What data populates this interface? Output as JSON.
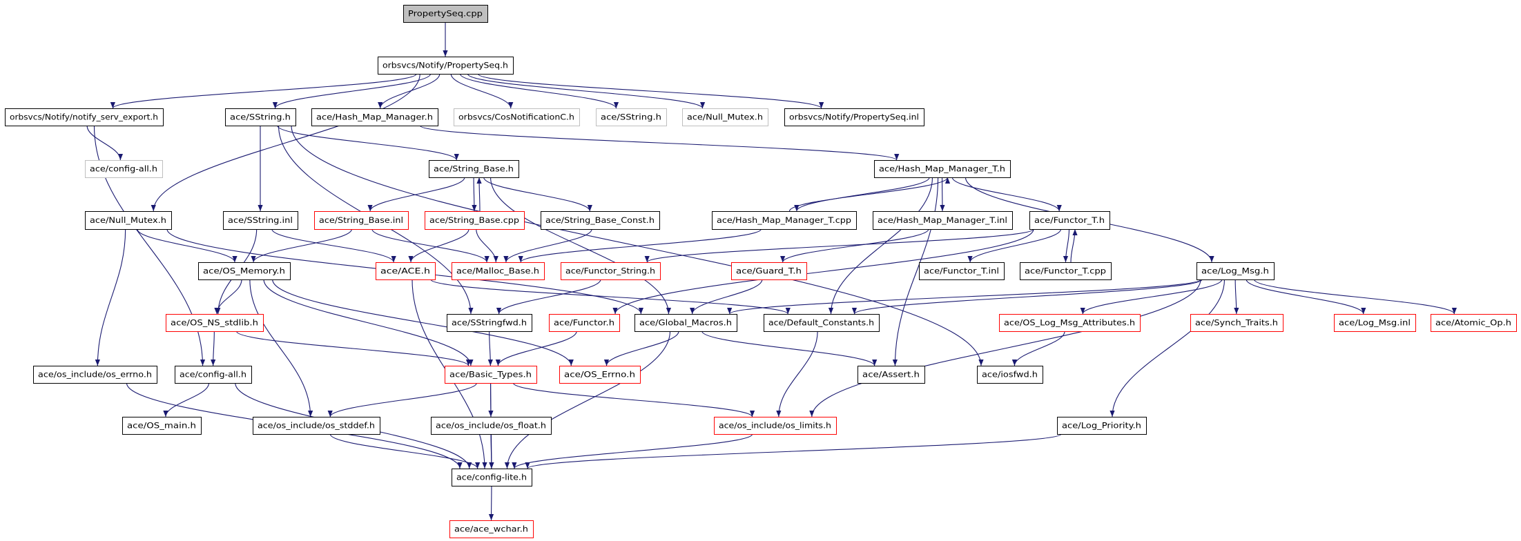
{
  "colors": {
    "edge": "#191970",
    "normal_border": "#000000",
    "red_border": "#ff0000",
    "gray_border": "#bfbfbf",
    "root_fill": "#bfbfbf",
    "node_fill": "#ffffff"
  },
  "nodes": [
    {
      "id": "root",
      "label": "PropertySeq.cpp",
      "style": "root"
    },
    {
      "id": "pseq_h",
      "label": "orbsvcs/Notify/PropertySeq.h",
      "style": "normal"
    },
    {
      "id": "notify_export",
      "label": "orbsvcs/Notify/notify_serv_export.h",
      "style": "normal"
    },
    {
      "id": "sstring_h",
      "label": "ace/SString.h",
      "style": "normal"
    },
    {
      "id": "hmm_h",
      "label": "ace/Hash_Map_Manager.h",
      "style": "normal"
    },
    {
      "id": "cosnotif",
      "label": "orbsvcs/CosNotificationC.h",
      "style": "gray"
    },
    {
      "id": "sstring_h2",
      "label": "ace/SString.h",
      "style": "gray"
    },
    {
      "id": "nullmutex_g",
      "label": "ace/Null_Mutex.h",
      "style": "gray"
    },
    {
      "id": "pseq_inl",
      "label": "orbsvcs/Notify/PropertySeq.inl",
      "style": "normal"
    },
    {
      "id": "configall_g",
      "label": "ace/config-all.h",
      "style": "gray"
    },
    {
      "id": "stringbase_h",
      "label": "ace/String_Base.h",
      "style": "normal"
    },
    {
      "id": "hmmt_h",
      "label": "ace/Hash_Map_Manager_T.h",
      "style": "normal"
    },
    {
      "id": "nullmutex",
      "label": "ace/Null_Mutex.h",
      "style": "normal"
    },
    {
      "id": "sstring_inl",
      "label": "ace/SString.inl",
      "style": "normal"
    },
    {
      "id": "stringbase_inl",
      "label": "ace/String_Base.inl",
      "style": "red"
    },
    {
      "id": "stringbase_cpp",
      "label": "ace/String_Base.cpp",
      "style": "red"
    },
    {
      "id": "stringbase_const",
      "label": "ace/String_Base_Const.h",
      "style": "normal"
    },
    {
      "id": "hmmt_cpp",
      "label": "ace/Hash_Map_Manager_T.cpp",
      "style": "normal"
    },
    {
      "id": "hmmt_inl",
      "label": "ace/Hash_Map_Manager_T.inl",
      "style": "normal"
    },
    {
      "id": "functort_h",
      "label": "ace/Functor_T.h",
      "style": "normal"
    },
    {
      "id": "osmemory",
      "label": "ace/OS_Memory.h",
      "style": "normal"
    },
    {
      "id": "ace_h",
      "label": "ace/ACE.h",
      "style": "red"
    },
    {
      "id": "mallocbase",
      "label": "ace/Malloc_Base.h",
      "style": "red"
    },
    {
      "id": "functorstring",
      "label": "ace/Functor_String.h",
      "style": "red"
    },
    {
      "id": "guardt",
      "label": "ace/Guard_T.h",
      "style": "red"
    },
    {
      "id": "functort_inl",
      "label": "ace/Functor_T.inl",
      "style": "normal"
    },
    {
      "id": "functort_cpp",
      "label": "ace/Functor_T.cpp",
      "style": "normal"
    },
    {
      "id": "logmsg_h",
      "label": "ace/Log_Msg.h",
      "style": "normal"
    },
    {
      "id": "osnsstdlib",
      "label": "ace/OS_NS_stdlib.h",
      "style": "red"
    },
    {
      "id": "sstringfwd",
      "label": "ace/SStringfwd.h",
      "style": "normal"
    },
    {
      "id": "functor_h",
      "label": "ace/Functor.h",
      "style": "red"
    },
    {
      "id": "globalmacros",
      "label": "ace/Global_Macros.h",
      "style": "normal"
    },
    {
      "id": "defaultconst",
      "label": "ace/Default_Constants.h",
      "style": "normal"
    },
    {
      "id": "oslogmsgattr",
      "label": "ace/OS_Log_Msg_Attributes.h",
      "style": "red"
    },
    {
      "id": "synchtraits",
      "label": "ace/Synch_Traits.h",
      "style": "red"
    },
    {
      "id": "logmsg_inl",
      "label": "ace/Log_Msg.inl",
      "style": "red"
    },
    {
      "id": "atomicop",
      "label": "ace/Atomic_Op.h",
      "style": "red"
    },
    {
      "id": "oserrno_inc",
      "label": "ace/os_include/os_errno.h",
      "style": "normal"
    },
    {
      "id": "configall",
      "label": "ace/config-all.h",
      "style": "normal"
    },
    {
      "id": "basictypes",
      "label": "ace/Basic_Types.h",
      "style": "red"
    },
    {
      "id": "oserrno",
      "label": "ace/OS_Errno.h",
      "style": "red"
    },
    {
      "id": "assert_h",
      "label": "ace/Assert.h",
      "style": "normal"
    },
    {
      "id": "iosfwd",
      "label": "ace/iosfwd.h",
      "style": "normal"
    },
    {
      "id": "osmain",
      "label": "ace/OS_main.h",
      "style": "normal"
    },
    {
      "id": "osstddef",
      "label": "ace/os_include/os_stddef.h",
      "style": "normal"
    },
    {
      "id": "osfloat",
      "label": "ace/os_include/os_float.h",
      "style": "normal"
    },
    {
      "id": "oslimits",
      "label": "ace/os_include/os_limits.h",
      "style": "red"
    },
    {
      "id": "logpriority",
      "label": "ace/Log_Priority.h",
      "style": "normal"
    },
    {
      "id": "configlite",
      "label": "ace/config-lite.h",
      "style": "normal"
    },
    {
      "id": "acewchar",
      "label": "ace/ace_wchar.h",
      "style": "red"
    }
  ],
  "edges": [
    [
      "root",
      "pseq_h"
    ],
    [
      "pseq_h",
      "notify_export"
    ],
    [
      "pseq_h",
      "sstring_h"
    ],
    [
      "pseq_h",
      "hmm_h"
    ],
    [
      "pseq_h",
      "cosnotif"
    ],
    [
      "pseq_h",
      "sstring_h2"
    ],
    [
      "pseq_h",
      "nullmutex_g"
    ],
    [
      "pseq_h",
      "pseq_inl"
    ],
    [
      "pseq_h",
      "nullmutex"
    ],
    [
      "notify_export",
      "configall_g"
    ],
    [
      "notify_export",
      "configall"
    ],
    [
      "sstring_h",
      "sstring_inl"
    ],
    [
      "sstring_h",
      "stringbase_h"
    ],
    [
      "sstring_h",
      "sstringfwd"
    ],
    [
      "sstring_h",
      "iosfwd"
    ],
    [
      "hmm_h",
      "hmmt_h"
    ],
    [
      "stringbase_h",
      "stringbase_inl"
    ],
    [
      "stringbase_h",
      "stringbase_cpp"
    ],
    [
      "stringbase_h",
      "stringbase_const"
    ],
    [
      "stringbase_h",
      "globalmacros"
    ],
    [
      "stringbase_cpp",
      "stringbase_h"
    ],
    [
      "stringbase_cpp",
      "ace_h"
    ],
    [
      "stringbase_cpp",
      "mallocbase"
    ],
    [
      "stringbase_inl",
      "mallocbase"
    ],
    [
      "stringbase_inl",
      "osmemory"
    ],
    [
      "stringbase_const",
      "mallocbase"
    ],
    [
      "sstring_inl",
      "ace_h"
    ],
    [
      "sstring_inl",
      "osnsstdlib"
    ],
    [
      "nullmutex",
      "osmemory"
    ],
    [
      "nullmutex",
      "oserrno_inc"
    ],
    [
      "nullmutex",
      "globalmacros"
    ],
    [
      "hmmt_h",
      "hmmt_cpp"
    ],
    [
      "hmmt_h",
      "hmmt_inl"
    ],
    [
      "hmmt_h",
      "functort_h"
    ],
    [
      "hmmt_h",
      "logmsg_h"
    ],
    [
      "hmmt_h",
      "defaultconst"
    ],
    [
      "hmmt_h",
      "assert_h"
    ],
    [
      "hmmt_cpp",
      "hmmt_h"
    ],
    [
      "hmmt_cpp",
      "mallocbase"
    ],
    [
      "hmmt_inl",
      "guardt"
    ],
    [
      "functort_h",
      "functorstring"
    ],
    [
      "functort_h",
      "functor_h"
    ],
    [
      "functort_h",
      "functort_inl"
    ],
    [
      "functort_h",
      "functort_cpp"
    ],
    [
      "functort_cpp",
      "functort_h"
    ],
    [
      "functorstring",
      "sstringfwd"
    ],
    [
      "guardt",
      "globalmacros"
    ],
    [
      "ace_h",
      "configlite"
    ],
    [
      "ace_h",
      "defaultconst"
    ],
    [
      "osmemory",
      "osnsstdlib"
    ],
    [
      "osmemory",
      "osstddef"
    ],
    [
      "osmemory",
      "basictypes"
    ],
    [
      "osmemory",
      "oserrno"
    ],
    [
      "logmsg_h",
      "defaultconst"
    ],
    [
      "logmsg_h",
      "globalmacros"
    ],
    [
      "logmsg_h",
      "oslogmsgattr"
    ],
    [
      "logmsg_h",
      "synchtraits"
    ],
    [
      "logmsg_h",
      "logmsg_inl"
    ],
    [
      "logmsg_h",
      "atomicop"
    ],
    [
      "logmsg_h",
      "oslimits"
    ],
    [
      "logmsg_h",
      "logpriority"
    ],
    [
      "oslogmsgattr",
      "iosfwd"
    ],
    [
      "osnsstdlib",
      "configall"
    ],
    [
      "osnsstdlib",
      "basictypes"
    ],
    [
      "sstringfwd",
      "basictypes"
    ],
    [
      "functor_h",
      "basictypes"
    ],
    [
      "globalmacros",
      "oserrno"
    ],
    [
      "globalmacros",
      "configlite"
    ],
    [
      "globalmacros",
      "assert_h"
    ],
    [
      "defaultconst",
      "oslimits"
    ],
    [
      "oserrno_inc",
      "configlite"
    ],
    [
      "configall",
      "osmain"
    ],
    [
      "configall",
      "configlite"
    ],
    [
      "basictypes",
      "osstddef"
    ],
    [
      "basictypes",
      "osfloat"
    ],
    [
      "basictypes",
      "configlite"
    ],
    [
      "basictypes",
      "oslimits"
    ],
    [
      "osstddef",
      "configlite"
    ],
    [
      "osfloat",
      "configlite"
    ],
    [
      "oslimits",
      "configlite"
    ],
    [
      "logpriority",
      "configlite"
    ],
    [
      "configlite",
      "acewchar"
    ]
  ]
}
